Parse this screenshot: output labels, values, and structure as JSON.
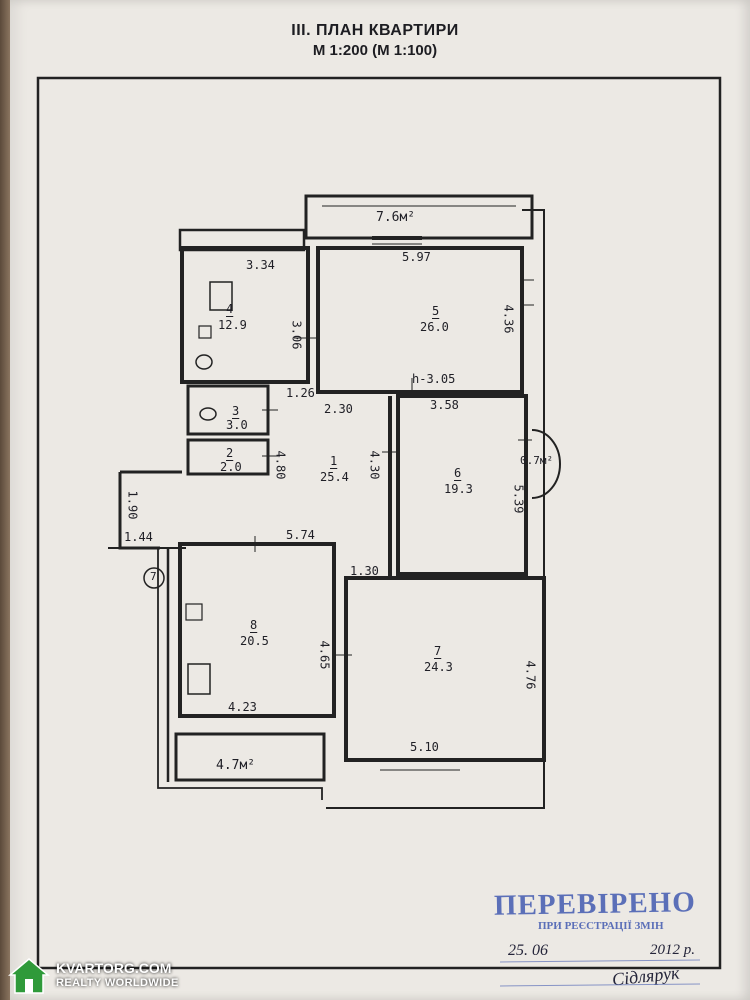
{
  "document": {
    "title": "III. ПЛАН КВАРТИРИ",
    "scale": "М 1:200 (М 1:100)"
  },
  "rooms": [
    {
      "id": "1",
      "number": "1",
      "area": "25.4"
    },
    {
      "id": "2",
      "number": "2",
      "area": "2.0"
    },
    {
      "id": "3",
      "number": "3",
      "area": "3.0"
    },
    {
      "id": "4",
      "number": "4",
      "area": "12.9"
    },
    {
      "id": "5",
      "number": "5",
      "area": "26.0"
    },
    {
      "id": "6",
      "number": "6",
      "area": "19.3"
    },
    {
      "id": "7",
      "number": "7",
      "area": "24.3"
    },
    {
      "id": "8",
      "number": "8",
      "area": "20.5"
    }
  ],
  "balconies": {
    "top": "7.6м²",
    "bottom": "4.7м²",
    "bay": "0.7м²"
  },
  "dimensions": {
    "d334": "3.34",
    "d597": "5.97",
    "d436": "4.36",
    "d306": "3.06",
    "dh305": "h-3.05",
    "d126": "1.26",
    "d230": "2.30",
    "d358": "3.58",
    "d480": "4.80",
    "d430": "4.30",
    "d539": "5.39",
    "d190": "1.90",
    "d144": "1.44",
    "d574": "5.74",
    "d130": "1.30",
    "d465": "4.65",
    "d476": "4.76",
    "d423": "4.23",
    "d510": "5.10"
  },
  "marker": "7",
  "stamp": {
    "title": "ПЕРЕВІРЕНО",
    "subtitle": "ПРИ РЕЄСТРАЦІЇ ЗМІН",
    "date_day": "25. 06",
    "date_year": "2012 р.",
    "signature": "Сідлярук"
  },
  "watermark": {
    "brand": "KVARTORG.COM",
    "tagline": "REALTY WORLDWIDE"
  }
}
